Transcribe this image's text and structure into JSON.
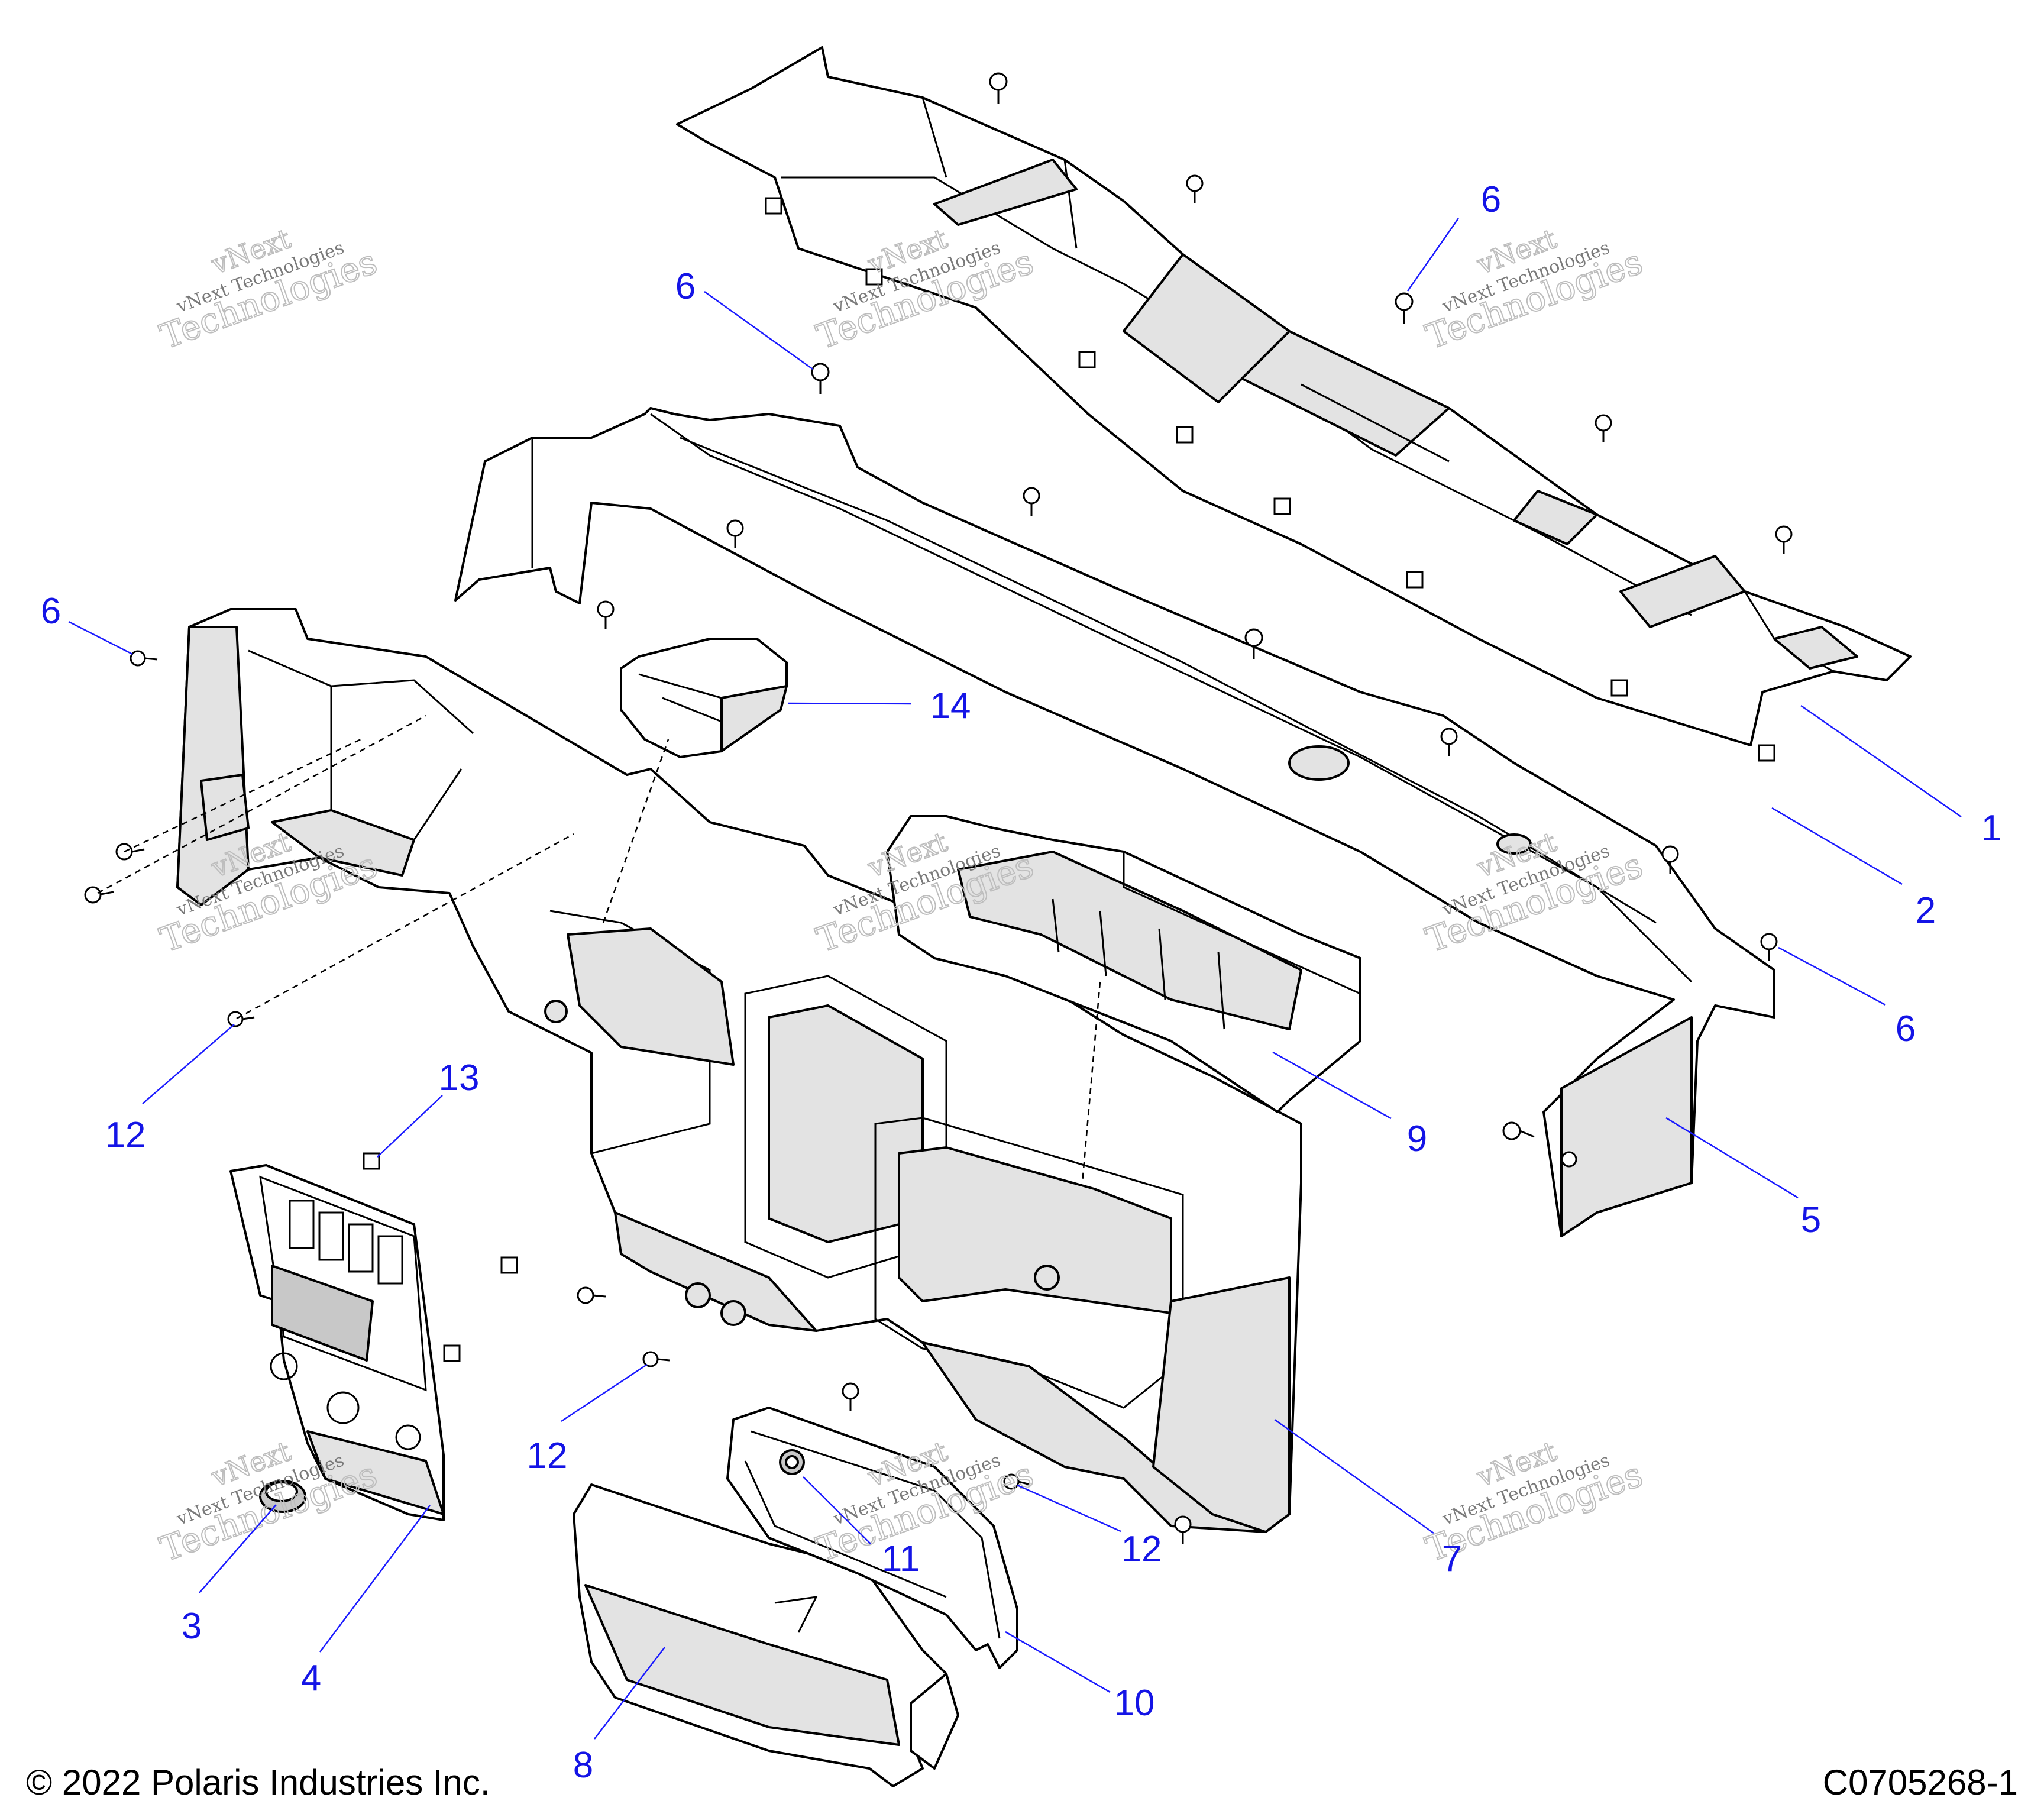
{
  "footer": {
    "copyright": "© 2022 Polaris Industries Inc.",
    "drawing_number": "C0705268-1"
  },
  "watermark": {
    "line1": "vNext",
    "line2": "vNext Technologies",
    "line3": "Technologies"
  },
  "callouts": [
    "1",
    "2",
    "3",
    "4",
    "5",
    "6",
    "6",
    "6",
    "6",
    "7",
    "8",
    "9",
    "10",
    "11",
    "12",
    "12",
    "12",
    "13",
    "14"
  ],
  "colors": {
    "callout": "#1414e6",
    "leader": "#1a1aff",
    "line": "#000000",
    "part_shade": "#e3e3e3",
    "watermark": "#bdbdbd"
  }
}
